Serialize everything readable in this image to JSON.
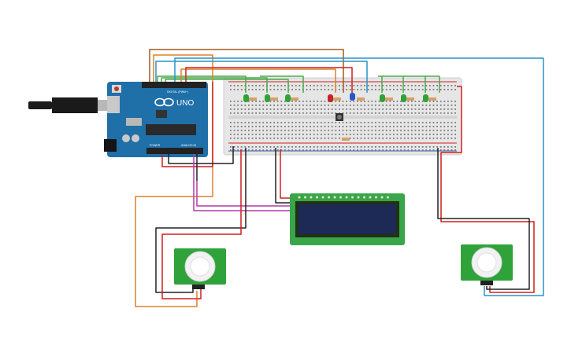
{
  "arduino": {
    "model_text": "UNO",
    "header_digital_text": "DIGITAL (PWM~)",
    "header_power_text": "POWER",
    "header_analog_text": "ANALOG IN",
    "board_color": "#1f6fa8",
    "logo_symbol": "infinity-logo-icon"
  },
  "breadboard": {
    "color": "#e6e6e6",
    "rail_red": "#d22020",
    "rail_blue": "#2a5fb0"
  },
  "leds": [
    {
      "color": "#2fa33a"
    },
    {
      "color": "#2fa33a"
    },
    {
      "color": "#2fa33a"
    },
    {
      "color": "#c2242a"
    },
    {
      "color": "#2457c7"
    },
    {
      "color": "#2fa33a"
    },
    {
      "color": "#2fa33a"
    },
    {
      "color": "#2fa33a"
    }
  ],
  "lcd": {
    "label": "",
    "pcb_color": "#3aa64a",
    "screen_color": "#1c2a55"
  },
  "pir_sensors": [
    {
      "id": "left"
    },
    {
      "id": "right"
    }
  ],
  "wire_colors": {
    "orange": "#d9822b",
    "brown": "#a35a1b",
    "blue": "#2a93c9",
    "green": "#4aa84a",
    "red": "#d11f1f",
    "black": "#222222",
    "magenta": "#b23aa6"
  }
}
